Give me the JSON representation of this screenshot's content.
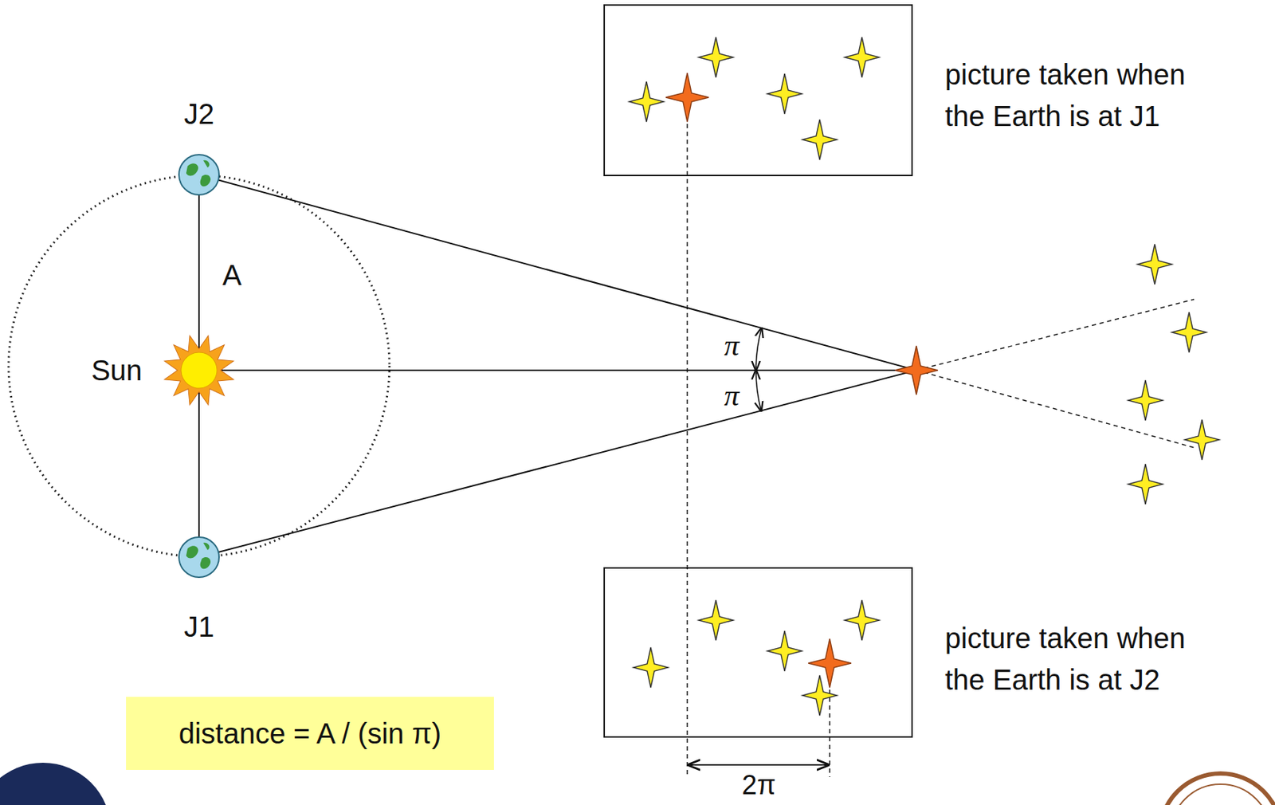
{
  "diagram": {
    "nodes": [
      {
        "text": [
          "picture taken when the Earth is at J1"
        ]
      },
      {
        "text": [
          "picture taken when the Earth is at J2"
        ]
      },
      {
        "text": [
          "distance = A / (sin π)"
        ]
      }
    ],
    "labels": [
      "J2",
      "A",
      "Sun",
      "π",
      "π",
      "J1",
      "2π"
    ]
  }
}
